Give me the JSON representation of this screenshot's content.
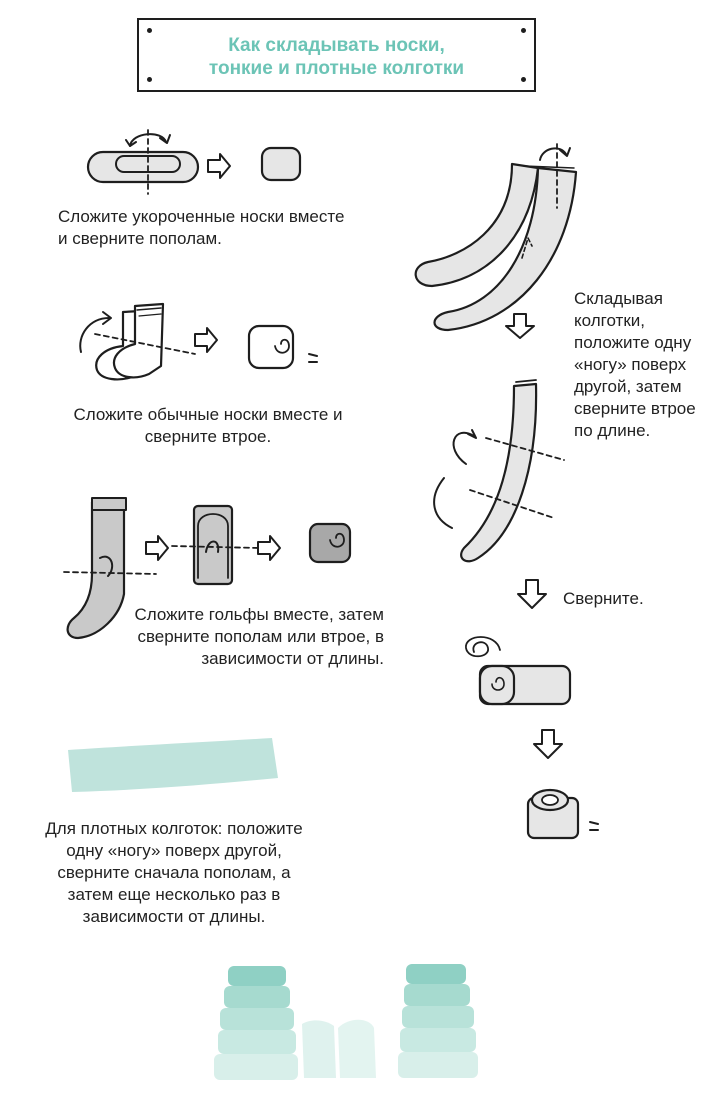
{
  "title": {
    "line1": "Как складывать носки,",
    "line2": "тонкие и плотные колготки"
  },
  "steps": {
    "short_socks": "Сложите укороченные носки вместе и сверните пополам.",
    "regular_socks": "Сложите обычные носки вместе и сверните втрое.",
    "knee_socks": "Сложите гольфы вместе, затем сверните пополам или втрое, в зависимости от длины.",
    "thick_tights": "Для плотных колготок: положите одну «ногу» поверх другой, сверните сначала пополам, а затем еще несколько раз в зависимости от длины.",
    "thin_tights": "Складывая колготки, положите одну «ногу» поверх другой, затем сверните втрое по длине.",
    "roll": "Сверните."
  },
  "colors": {
    "accent": "#6cc4b6",
    "ink": "#1e1e1e",
    "sock_gray": "#c9c9c9",
    "tights_gray": "#e6e6e6",
    "mint_light": "#bfe3dc"
  }
}
